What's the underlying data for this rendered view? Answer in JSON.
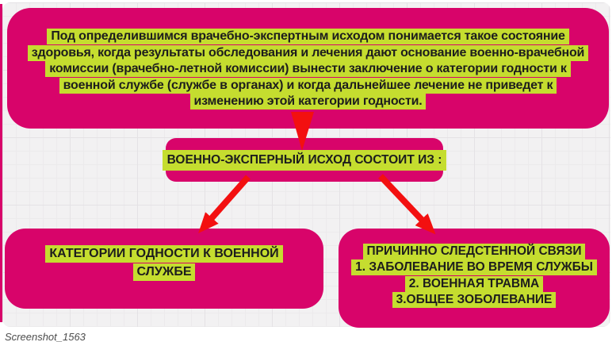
{
  "palette": {
    "box_pink": "#d8046a",
    "highlight_green": "#c5dd2f",
    "arrow_red": "#f31010",
    "canvas_gray": "#f2f1f2",
    "text_dark": "#1d1d1d"
  },
  "definition_box": {
    "lines": [
      "Под определившимся врачебно-экспертным исходом понимается такое состояние",
      "здоровья, когда результаты обследования и лечения дают основание военно-врачебной",
      "комиссии (врачебно-летной комиссии) вынести заключение о категории годности к",
      "военной службе (службе в органах) и когда дальнейшее лечение не приведет к",
      "изменению этой категории годности."
    ]
  },
  "outcome_box": {
    "label": "ВОЕННО-ЭКСПЕРНЫЙ ИСХОД СОСТОИТ ИЗ :"
  },
  "category_box": {
    "lines": [
      "КАТЕГОРИИ ГОДНОСТИ К ВОЕННОЙ",
      "СЛУЖБЕ"
    ]
  },
  "causal_box": {
    "lines": [
      "ПРИЧИННО СЛЕДСТЕННОЙ СВЯЗИ",
      "1. ЗАБОЛЕВАНИЕ ВО ВРЕМЯ СЛУЖБЫ",
      "2. ВОЕННАЯ ТРАВМА",
      "3.ОБЩЕЕ ЗОБОЛЕВАНИЕ"
    ]
  },
  "caption": "Screenshot_1563"
}
